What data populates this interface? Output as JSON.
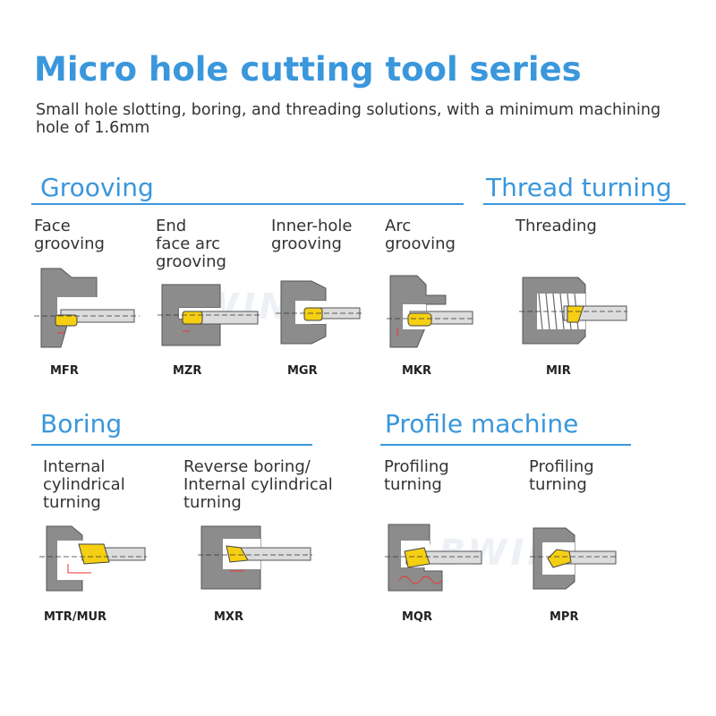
{
  "title": "Micro hole cutting tool series",
  "subtitle": "Small hole slotting, boring, and threading solutions, with a minimum machining hole of 1.6mm",
  "colors": {
    "accent": "#3a97dc",
    "body_gray": "#8c8c8c",
    "insert_yellow": "#f5cf12"
  },
  "sections": {
    "grooving": "Grooving",
    "thread_turning": "Thread turning",
    "boring": "Boring",
    "profile": "Profile machine"
  },
  "tools": {
    "mfr": {
      "label": "Face\ngrooving",
      "code": "MFR"
    },
    "mzr": {
      "label": "End\nface arc\ngrooving",
      "code": "MZR"
    },
    "mgr": {
      "label": "Inner-hole\ngrooving",
      "code": "MGR"
    },
    "mkr": {
      "label": "Arc\ngrooving",
      "code": "MKR"
    },
    "mir": {
      "label": "Threading",
      "code": "MIR"
    },
    "mtr": {
      "label": "Internal\ncylindrical\nturning",
      "code": "MTR/MUR"
    },
    "mxr": {
      "label": "Reverse boring/\nInternal cylindrical\nturning",
      "code": "MXR"
    },
    "mqr": {
      "label": "Profiling\nturning",
      "code": "MQR"
    },
    "mpr": {
      "label": "Profiling\nturning",
      "code": "MPR"
    }
  }
}
